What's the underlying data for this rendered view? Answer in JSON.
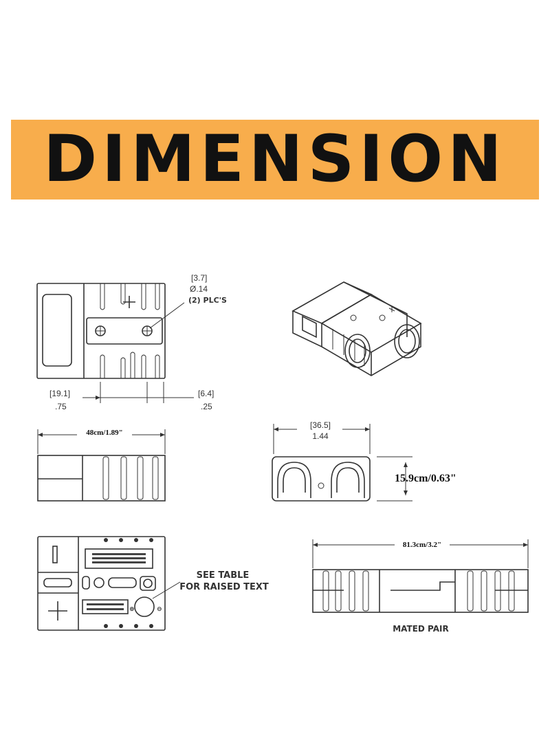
{
  "banner": {
    "title": "DIMENSION",
    "background_color": "#f8ad4c",
    "text_color": "#111111"
  },
  "top_view": {
    "hole_dim_mm": "[3.7]",
    "hole_dim_in": "Ø.14",
    "hole_qty": "(2) PLC'S",
    "left_dim_mm": "[19.1]",
    "left_dim_in": ".75",
    "right_dim_mm": "[6.4]",
    "right_dim_in": ".25"
  },
  "side_view": {
    "length": "48cm/1.89\""
  },
  "front_view": {
    "width_mm": "[36.5]",
    "width_in": "1.44",
    "height": "15.9cm/0.63\""
  },
  "bottom_view": {
    "note_line1": "SEE TABLE",
    "note_line2": "FOR RAISED TEXT"
  },
  "mated_pair": {
    "length": "81.3cm/3.2\"",
    "caption": "MATED PAIR"
  }
}
